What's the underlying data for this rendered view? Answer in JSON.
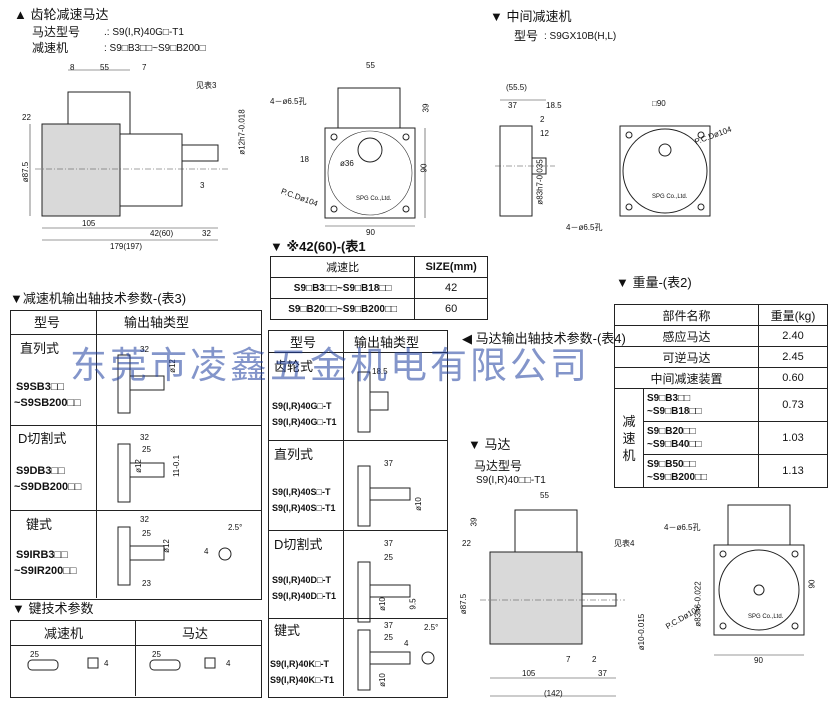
{
  "gear_reducer_motor": {
    "title": "▲ 齿轮减速马达",
    "model_label": "马达型号",
    "model_value": ".: S9(I,R)40G□-T1",
    "reducer_label": "减速机",
    "reducer_value": ": S9□B3□□~S9□B200□",
    "dims": {
      "d8": "8",
      "d55": "55",
      "d7": "7",
      "note3": "见表3",
      "d22": "22",
      "d87": "ø87.5",
      "d12": "ø12h7-0.018",
      "d3": "3",
      "d105": "105",
      "d42": "42(60)",
      "d32": "32",
      "d179": "179(197)",
      "d4hole": "4－ø6.5孔",
      "d55b": "55",
      "d39": "39",
      "d90": "90",
      "d90b": "90",
      "d18": "18",
      "d36": "ø36",
      "pcd": "P.C.Dø104",
      "brand": "SPG Co.,Ltd."
    }
  },
  "middle_reducer": {
    "title": "▼ 中间减速机",
    "model_label": "型号",
    "model_value": ": S9GX10B(H,L)",
    "dims": {
      "d555": "(55.5)",
      "d37": "37",
      "d185": "18.5",
      "d2": "2",
      "d12": "12",
      "d83": "ø83h7-0.035",
      "d90": "□90",
      "pcd": "P.C.Dø104",
      "hole": "4－ø6.5孔",
      "brand": "SPG Co.,Ltd."
    }
  },
  "size_table": {
    "title": "▼ ※42(60)-(表1",
    "headers": [
      "减速比",
      "SIZE(mm)"
    ],
    "rows": [
      [
        "S9□B3□□~S9□B18□□",
        "42"
      ],
      [
        "S9□B20□□~S9□B200□□",
        "60"
      ]
    ]
  },
  "reducer_shaft_table": {
    "title": "▼减速机输出轴技术参数-(表3)",
    "headers": [
      "型号",
      "输出轴类型"
    ],
    "row1_type": "直列式",
    "row1_models": [
      "S9SB3□□",
      "~S9SB200□□"
    ],
    "row2_type": "D切割式",
    "row2_models": [
      "S9DB3□□",
      "~S9DB200□□"
    ],
    "row3_type": "键式",
    "row3_models": [
      "S9IRB3□□",
      "~S9IR200□□"
    ],
    "dims": {
      "r1_32": "32",
      "r1_12": "ø12",
      "r2_32": "32",
      "r2_25": "25",
      "r2_12": "ø12",
      "r2_11": "11-0.1",
      "r3_32": "32",
      "r3_25": "25",
      "r3_12": "ø12",
      "r3_4": "4",
      "r3_25deg": "2.5°",
      "r3_23": "23"
    }
  },
  "motor_shaft_table": {
    "title": "◀ 马达输出轴技术参数-(表4)",
    "headers": [
      "型号",
      "输出轴类型"
    ],
    "row1_type": "齿轮式",
    "row1_models": [
      "S9(I,R)40G□-T",
      "S9(I,R)40G□-T1"
    ],
    "row2_type": "直列式",
    "row2_models": [
      "S9(I,R)40S□-T",
      "S9(I,R)40S□-T1"
    ],
    "row3_type": "D切割式",
    "row3_models": [
      "S9(I,R)40D□-T",
      "S9(I,R)40D□-T1"
    ],
    "row4_type": "键式",
    "row4_models": [
      "S9(I,R)40K□-T",
      "S9(I,R)40K□-T1"
    ],
    "dims": {
      "r1_185": "18.5",
      "r2_37": "37",
      "r2_10": "ø10",
      "r3_37": "37",
      "r3_25": "25",
      "r3_10": "ø10",
      "r3_95": "9.5",
      "r4_37": "37",
      "r4_25": "25",
      "r4_10": "ø10",
      "r4_4": "4",
      "r4_25deg": "2.5°"
    }
  },
  "weight_table": {
    "title": "▼ 重量-(表2)",
    "headers": [
      "部件名称",
      "重量(kg)"
    ],
    "rows": [
      [
        "感应马达",
        "2.40"
      ],
      [
        "可逆马达",
        "2.45"
      ],
      [
        "中间减速装置",
        "0.60"
      ]
    ],
    "reducer_label": "减速机",
    "reducer_rows": [
      [
        "S9□B3□□",
        "~S9□B18□□",
        "0.73"
      ],
      [
        "S9□B20□□",
        "~S9□B40□□",
        "1.03"
      ],
      [
        "S9□B50□□",
        "~S9□B200□□",
        "1.13"
      ]
    ]
  },
  "motor": {
    "title": "▼ 马达",
    "model_label": "马达型号",
    "model_value": "S9(I,R)40□□-T1",
    "dims": {
      "d55": "55",
      "d39": "39",
      "d22": "22",
      "d87": "ø87.5",
      "note4": "见表4",
      "d4hole": "4－ø6.5孔",
      "d10": "ø10-0.015",
      "d83": "ø83h6-0.022",
      "pcd": "P.C.Dø104",
      "d7": "7",
      "d2": "2",
      "d105": "105",
      "d37": "37",
      "d142": "(142)",
      "d90": "90",
      "d90b": "90",
      "brand": "SPG Co.,Ltd."
    }
  },
  "key_table": {
    "title": "▼ 键技术参数",
    "headers": [
      "减速机",
      "马达"
    ],
    "d25a": "25",
    "d4a": "4",
    "d25b": "25",
    "d4b": "4"
  },
  "watermark": "东莞市凌鑫五金机电有限公司"
}
